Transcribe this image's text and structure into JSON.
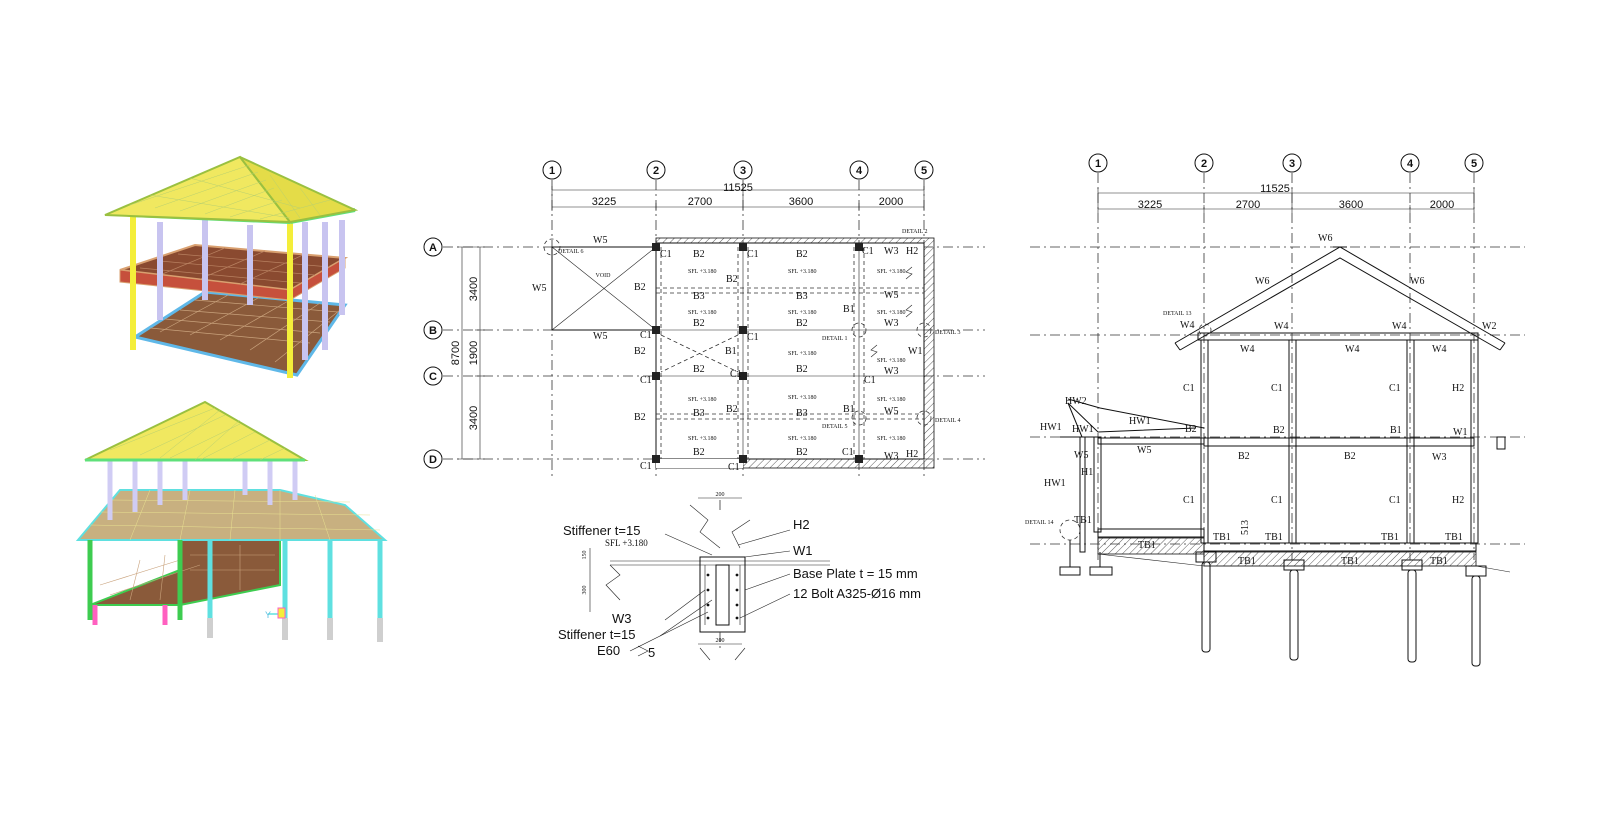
{
  "model_views": {
    "axis_label": "Y"
  },
  "plan": {
    "grid_numbers": [
      "1",
      "2",
      "3",
      "4",
      "5"
    ],
    "grid_letters": [
      "A",
      "B",
      "C",
      "D"
    ],
    "dim_total": "11525",
    "dims_x": [
      "3225",
      "2700",
      "3600",
      "2000"
    ],
    "dim_total_y": "8700",
    "dims_y": [
      "3400",
      "1900",
      "3400"
    ],
    "details": [
      "DETAIL 6",
      "DETAIL 2",
      "DETAIL 3",
      "DETAIL 4",
      "DETAIL 5",
      "DETAIL 1"
    ],
    "void_label": "VOID",
    "sfl": "SFL +3.180",
    "members": {
      "w5": "W5",
      "w3": "W3",
      "w1": "W1",
      "b1": "B1",
      "b2": "B2",
      "b3": "B3",
      "c1": "C1",
      "h2": "H2"
    }
  },
  "detail": {
    "top_dim": "200",
    "bottom_dim": "200",
    "labels": {
      "stiffener_top": "Stiffener t=15",
      "sfl": "SFL +3.180",
      "h2": "H2",
      "w1": "W1",
      "base_plate": "Base Plate t = 15 mm",
      "bolts": "12 Bolt A325-Ø16 mm",
      "w3": "W3",
      "stiffener_bot": "Stiffener t=15",
      "e60": "E60",
      "weld_size": "5"
    },
    "side_dims": [
      "150",
      "300"
    ]
  },
  "section": {
    "grid_numbers": [
      "1",
      "2",
      "3",
      "4",
      "5"
    ],
    "dim_total": "11525",
    "dims_x": [
      "3225",
      "2700",
      "3600",
      "2000"
    ],
    "details": [
      "DETAIL 13",
      "DETAIL 14"
    ],
    "dim_513": "513",
    "members": {
      "w6": "W6",
      "w4": "W4",
      "w2": "W2",
      "c1": "C1",
      "h2": "H2",
      "hw2": "HW2",
      "hw1": "HW1",
      "w5": "W5",
      "h1": "H1",
      "b2": "B2",
      "b1": "B1",
      "w1": "W1",
      "w3": "W3",
      "tb1": "TB1"
    }
  }
}
